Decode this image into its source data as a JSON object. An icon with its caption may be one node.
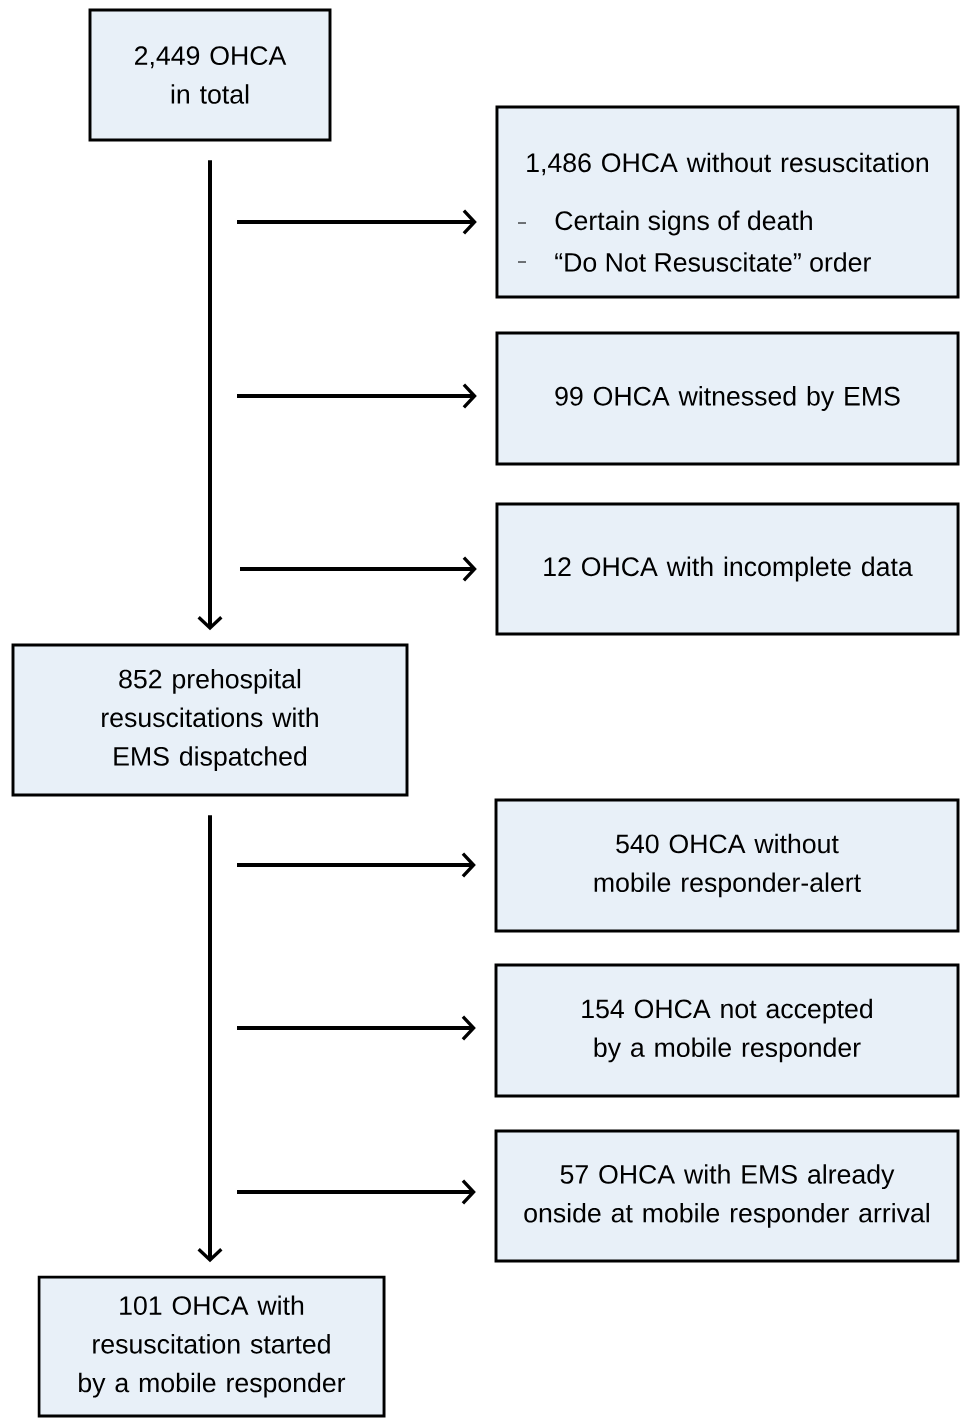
{
  "diagram": {
    "nodes": [
      {
        "text": [
          "2,449 OHCA in total"
        ]
      },
      {
        "text": [
          "1,486 OHCA without resuscitation",
          "Certain signs of death",
          "“Do Not Resuscitate” order"
        ]
      },
      {
        "text": [
          "99 OHCA witnessed by EMS"
        ]
      },
      {
        "text": [
          "12 OHCA with incomplete data"
        ]
      },
      {
        "text": [
          "852 prehospital resuscitations with EMS dispatched"
        ]
      },
      {
        "text": [
          "540 OHCA without mobile responder-alert"
        ]
      },
      {
        "text": [
          "154 OHCA not accepted by a mobile responder"
        ]
      },
      {
        "text": [
          "57 OHCA with EMS already onside at mobile responder arrival"
        ]
      },
      {
        "text": [
          "101 OHCA with resuscitation started by a mobile responder"
        ]
      }
    ],
    "edges": [
      {
        "from": 0,
        "to": 4,
        "arrow": "to"
      },
      {
        "from": null,
        "to": 1,
        "arrow": "to"
      },
      {
        "from": null,
        "to": 2,
        "arrow": "to"
      },
      {
        "from": null,
        "to": 3,
        "arrow": "to"
      },
      {
        "from": 4,
        "to": 8,
        "arrow": "to"
      },
      {
        "from": null,
        "to": 5,
        "arrow": "to"
      },
      {
        "from": null,
        "to": 6,
        "arrow": "to"
      },
      {
        "from": null,
        "to": 7,
        "arrow": "to"
      }
    ]
  }
}
